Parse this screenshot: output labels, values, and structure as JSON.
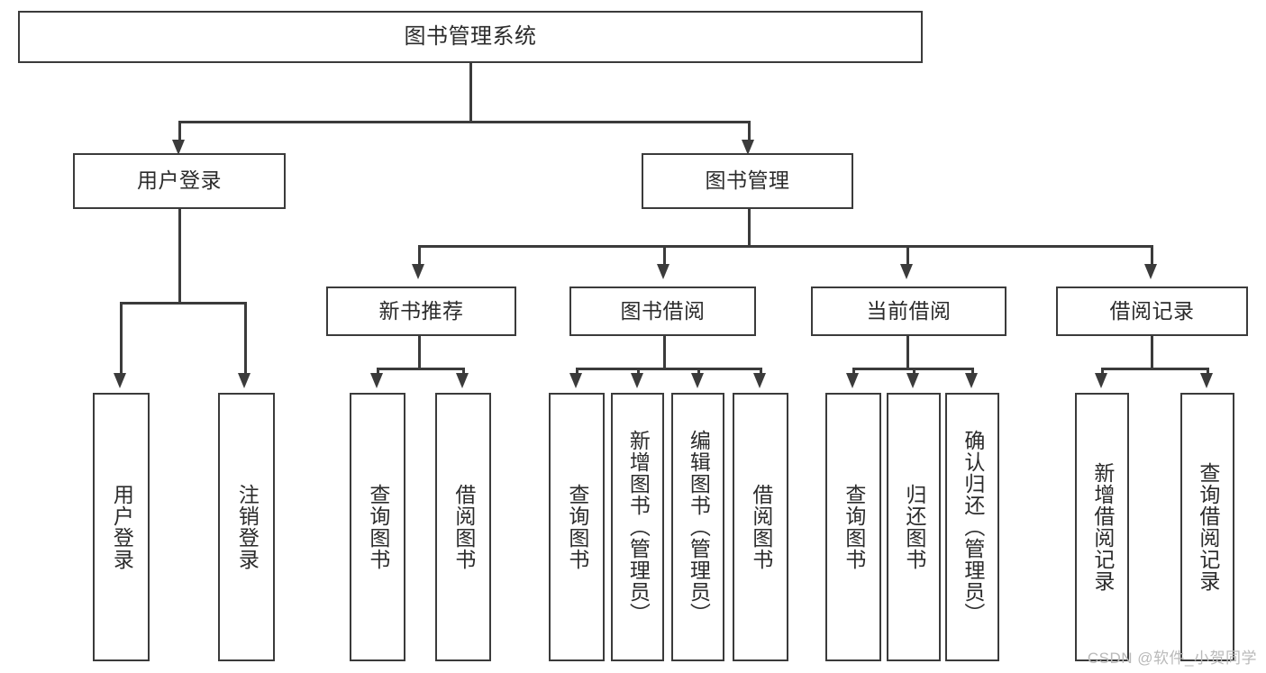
{
  "diagram": {
    "type": "tree-hierarchy-chart",
    "title": "图书管理系统",
    "accent_color": "#3b3b3b",
    "text_color": "#2b2b2b",
    "background": "#ffffff",
    "nodes": {
      "root": {
        "label": "图书管理系统"
      },
      "level2": [
        {
          "label": "用户登录"
        },
        {
          "label": "图书管理"
        }
      ],
      "level3": [
        {
          "label": "新书推荐"
        },
        {
          "label": "图书借阅"
        },
        {
          "label": "当前借阅"
        },
        {
          "label": "借阅记录"
        }
      ],
      "leaves_user_login": [
        {
          "label": "用户登录"
        },
        {
          "label": "注销登录"
        }
      ],
      "leaves_new_book": [
        {
          "label": "查询图书"
        },
        {
          "label": "借阅图书"
        }
      ],
      "leaves_borrow": [
        {
          "label": "查询图书"
        },
        {
          "label": "新增图书（管理员）"
        },
        {
          "label": "编辑图书（管理员）"
        },
        {
          "label": "借阅图书"
        }
      ],
      "leaves_current": [
        {
          "label": "查询图书"
        },
        {
          "label": "归还图书"
        },
        {
          "label": "确认归还（管理员）"
        }
      ],
      "leaves_records": [
        {
          "label": "新增借阅记录"
        },
        {
          "label": "查询借阅记录"
        }
      ]
    }
  },
  "watermark": {
    "text": "CSDN @软件_小贺同学"
  }
}
